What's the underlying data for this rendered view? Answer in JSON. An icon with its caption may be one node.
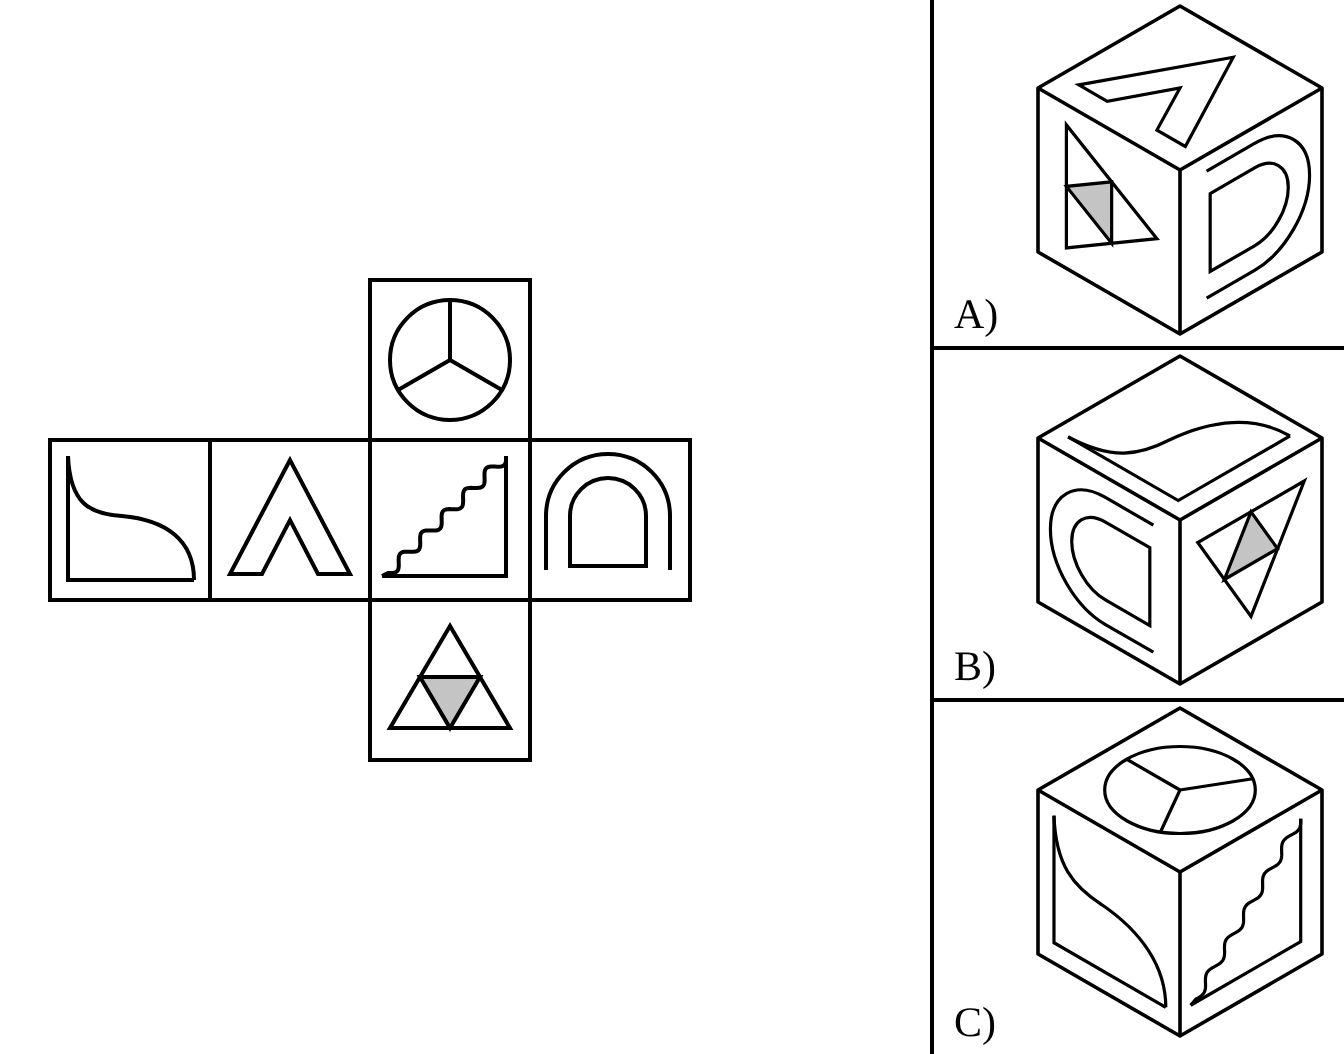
{
  "diagram": {
    "labels": [
      "A)",
      "B)",
      "C)"
    ]
  }
}
